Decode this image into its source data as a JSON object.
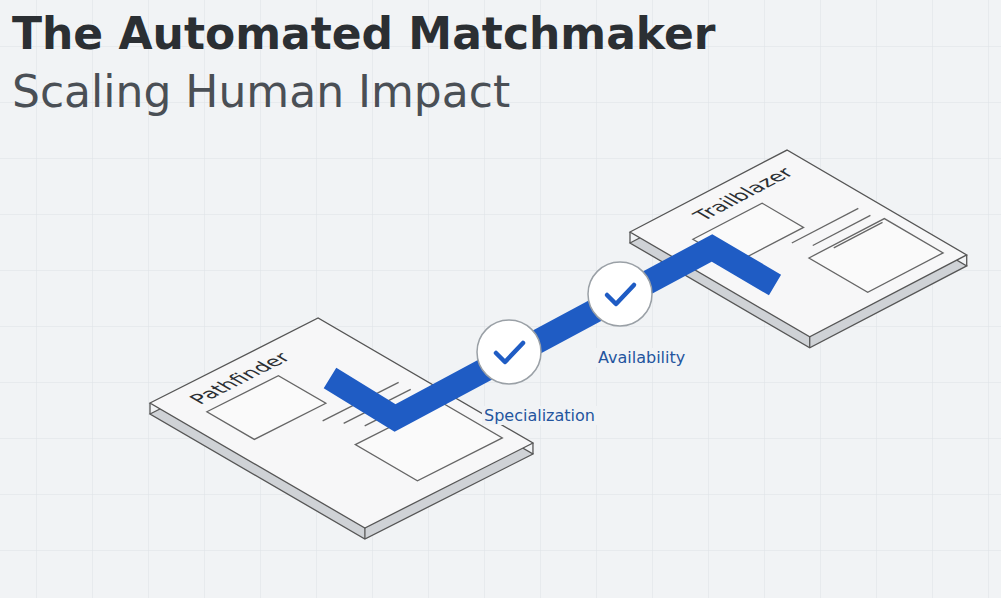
{
  "diagram": {
    "title": "The Automated Matchmaker",
    "caption": "Scaling Human Impact",
    "nodes": [
      {
        "text": [
          "Pathfinder"
        ]
      },
      {
        "text": [
          "Trailblazer"
        ]
      }
    ],
    "edges": [
      {
        "from": 0,
        "to": 1,
        "arrow": "none"
      }
    ],
    "labels": [
      "Specialization",
      "Availability"
    ]
  }
}
